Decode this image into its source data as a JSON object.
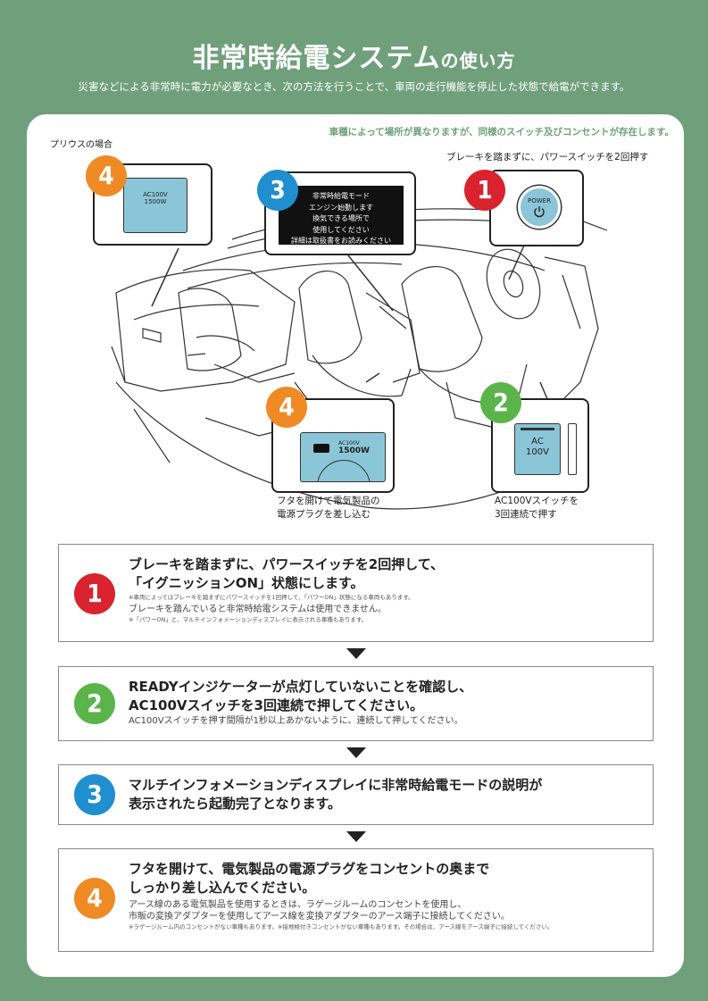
{
  "header": {
    "title_main": "非常時給電システム",
    "title_suffix": "の使い方",
    "subtitle": "災害などによる非常時に電力が必要なとき、次の方法を行うことで、車両の走行機能を停止した状態で給電ができます。"
  },
  "illustration": {
    "note_top": "車種によって場所が異なりますが、同様のスイッチ及びコンセントが存在します。",
    "prius_label": "プリウスの場合",
    "top_instruction": "ブレーキを踏まずに、パワースイッチを2回押す",
    "callout4_top": {
      "number": "4",
      "label_line1": "AC100V",
      "label_line2": "1500W"
    },
    "callout3": {
      "number": "3",
      "screen_lines": [
        "非常時給電モード",
        "エンジン始動します",
        "換気できる場所で",
        "使用してください",
        "詳細は取扱書をお読みください"
      ]
    },
    "callout1": {
      "number": "1",
      "button_label": "POWER",
      "button_icon": "power-icon"
    },
    "callout4_bottom": {
      "number": "4",
      "outlet_label_line1": "AC100V",
      "outlet_label_line2": "1500W",
      "caption_line1": "フタを開けて電気製品の",
      "caption_line2": "電源プラグを差し込む"
    },
    "callout2": {
      "number": "2",
      "switch_line1": "AC",
      "switch_line2": "100V",
      "caption_line1": "AC100Vスイッチを",
      "caption_line2": "3回連続で押す"
    }
  },
  "steps": [
    {
      "number": "1",
      "color": "#d9232e",
      "main_lines": [
        "ブレーキを踏まずに、パワースイッチを2回押して、",
        "「イグニッションON」状態にします。"
      ],
      "tiny_note": "※車両によってはブレーキを踏まずにパワースイッチを1回押して、「パワーON」状態になる車両もあります。",
      "sub_line": "ブレーキを踏んでいると非常時給電システムは使用できません。",
      "tiny_note2": "※「パワーON」と、マルチインフォメーションディスプレイに表示される車種もあります。"
    },
    {
      "number": "2",
      "color": "#5ab44a",
      "main_lines": [
        "READYインジケーターが点灯していないことを確認し、",
        "AC100Vスイッチを3回連続で押してください。"
      ],
      "sub_line": "AC100Vスイッチを押す間隔が1秒以上あかないように、連続して押してください。"
    },
    {
      "number": "3",
      "color": "#1f8fcf",
      "main_lines": [
        "マルチインフォメーションディスプレイに非常時給電モードの説明が",
        "表示されたら起動完了となります。"
      ]
    },
    {
      "number": "4",
      "color": "#f08a24",
      "main_lines": [
        "フタを開けて、電気製品の電源プラグをコンセントの奥まで",
        "しっかり差し込んでください。"
      ],
      "sub_lines": [
        "アース線のある電気製品を使用するときは、ラゲージルームのコンセントを使用し、",
        "市販の変換アダプターを使用してアース線を変換アダプターのアース端子に接続してください。"
      ],
      "tiny_note": "※ラゲージルーム内のコンセントがない車種もあります。※接地極付きコンセントがない車種もあります。その場合は、アース線をアース端子に接続してください。"
    }
  ]
}
